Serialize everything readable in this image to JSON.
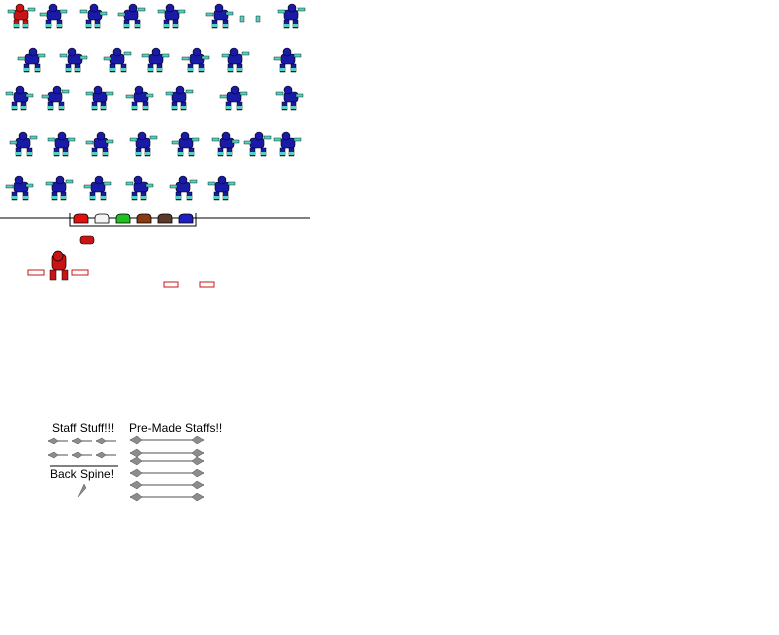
{
  "labels": {
    "staff_stuff": "Staff Stuff!!!",
    "pre_made_staffs": "Pre-Made Staffs!!",
    "back_spine": "Back Spine!"
  },
  "colors": {
    "armor_primary": "#1a1aa8",
    "armor_dark": "#0a0a5e",
    "limb_accent": "#52d0c0",
    "alt_red": "#c81414",
    "staff_gray": "#8c8c8c"
  },
  "palette_swatches": [
    {
      "name": "red",
      "color": "#e01010"
    },
    {
      "name": "white",
      "color": "#f4f4f4"
    },
    {
      "name": "green",
      "color": "#20c020"
    },
    {
      "name": "brown",
      "color": "#8a3a10"
    },
    {
      "name": "dark-brown",
      "color": "#5a3a2a"
    },
    {
      "name": "blue",
      "color": "#2020c0"
    }
  ]
}
